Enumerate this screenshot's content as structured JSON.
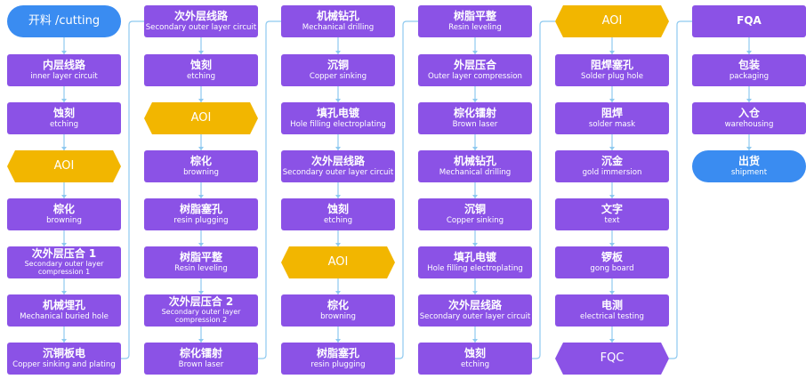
{
  "colors": {
    "step": "#8b52e6",
    "highlight": "#f2b600",
    "terminal": "#3a8cf1",
    "connector": "#8ec9ef"
  },
  "columns": [
    {
      "nodes": [
        {
          "zh": "开料 /cutting",
          "en": "",
          "kind": "pill"
        },
        {
          "zh": "内层线路",
          "en": "inner layer circuit",
          "kind": "step"
        },
        {
          "zh": "蚀刻",
          "en": "etching",
          "kind": "step"
        },
        {
          "zh": "AOI",
          "en": "",
          "kind": "aoi"
        },
        {
          "zh": "棕化",
          "en": "browning",
          "kind": "step"
        },
        {
          "zh": "次外层压合 1",
          "en": "Secondary outer layer compression 1",
          "kind": "step"
        },
        {
          "zh": "机械埋孔",
          "en": "Mechanical buried hole",
          "kind": "step"
        },
        {
          "zh": "沉铜板电",
          "en": "Copper sinking and plating",
          "kind": "step"
        }
      ]
    },
    {
      "nodes": [
        {
          "zh": "次外层线路",
          "en": "Secondary outer layer circuit",
          "kind": "step"
        },
        {
          "zh": "蚀刻",
          "en": "etching",
          "kind": "step"
        },
        {
          "zh": "AOI",
          "en": "",
          "kind": "aoi"
        },
        {
          "zh": "棕化",
          "en": "browning",
          "kind": "step"
        },
        {
          "zh": "树脂塞孔",
          "en": "resin plugging",
          "kind": "step"
        },
        {
          "zh": "树脂平整",
          "en": "Resin leveling",
          "kind": "step"
        },
        {
          "zh": "次外层压合 2",
          "en": "Secondary outer layer compression 2",
          "kind": "step"
        },
        {
          "zh": "棕化镭射",
          "en": "Brown laser",
          "kind": "step"
        }
      ]
    },
    {
      "nodes": [
        {
          "zh": "机械钻孔",
          "en": "Mechanical drilling",
          "kind": "step"
        },
        {
          "zh": "沉铜",
          "en": "Copper sinking",
          "kind": "step"
        },
        {
          "zh": "填孔电镀",
          "en": "Hole filling electroplating",
          "kind": "step"
        },
        {
          "zh": "次外层线路",
          "en": "Secondary outer layer circuit",
          "kind": "step"
        },
        {
          "zh": "蚀刻",
          "en": "etching",
          "kind": "step"
        },
        {
          "zh": "AOI",
          "en": "",
          "kind": "aoi"
        },
        {
          "zh": "棕化",
          "en": "browning",
          "kind": "step"
        },
        {
          "zh": "树脂塞孔",
          "en": "resin plugging",
          "kind": "step"
        }
      ]
    },
    {
      "nodes": [
        {
          "zh": "树脂平整",
          "en": "Resin leveling",
          "kind": "step"
        },
        {
          "zh": "外层压合",
          "en": "Outer layer compression",
          "kind": "step"
        },
        {
          "zh": "棕化镭射",
          "en": "Brown laser",
          "kind": "step"
        },
        {
          "zh": "机械钻孔",
          "en": "Mechanical drilling",
          "kind": "step"
        },
        {
          "zh": "沉铜",
          "en": "Copper sinking",
          "kind": "step"
        },
        {
          "zh": "填孔电镀",
          "en": "Hole filling electroplating",
          "kind": "step"
        },
        {
          "zh": "次外层线路",
          "en": "Secondary outer layer circuit",
          "kind": "step"
        },
        {
          "zh": "蚀刻",
          "en": "etching",
          "kind": "step"
        }
      ]
    },
    {
      "nodes": [
        {
          "zh": "AOI",
          "en": "",
          "kind": "aoi"
        },
        {
          "zh": "阻焊塞孔",
          "en": "Solder plug hole",
          "kind": "step"
        },
        {
          "zh": "阻焊",
          "en": "solder mask",
          "kind": "step"
        },
        {
          "zh": "沉金",
          "en": "gold immersion",
          "kind": "step"
        },
        {
          "zh": "文字",
          "en": "text",
          "kind": "step"
        },
        {
          "zh": "锣板",
          "en": "gong board",
          "kind": "step"
        },
        {
          "zh": "电测",
          "en": "electrical testing",
          "kind": "step"
        },
        {
          "zh": "FQC",
          "en": "",
          "kind": "fqc"
        }
      ]
    },
    {
      "nodes": [
        {
          "zh": "FQA",
          "en": "",
          "kind": "step-title"
        },
        {
          "zh": "包装",
          "en": "packaging",
          "kind": "step"
        },
        {
          "zh": "入仓",
          "en": "warehousing",
          "kind": "step"
        },
        {
          "zh": "出货",
          "en": "shipment",
          "kind": "pill"
        }
      ]
    }
  ]
}
